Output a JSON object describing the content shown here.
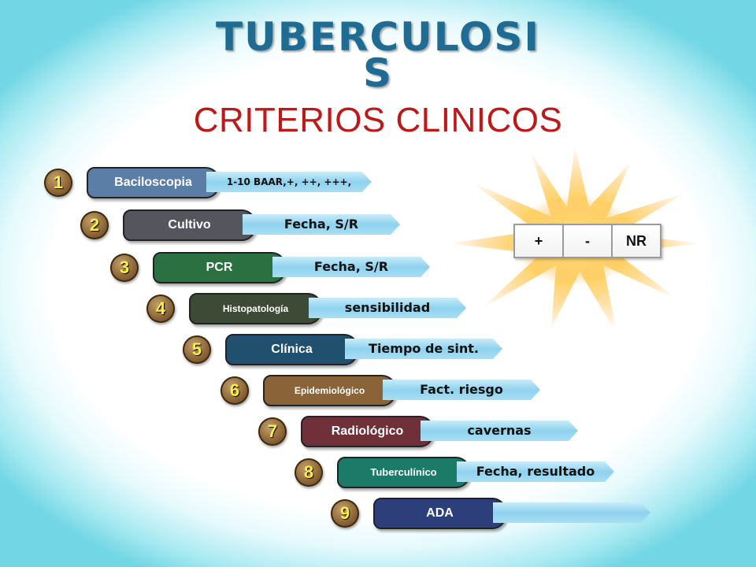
{
  "title": "TUBERCULOSIS",
  "subtitle": "CRITERIOS CLINICOS",
  "criteria": [
    {
      "num": "1",
      "label": "Baciloscopia",
      "value": "1-10 BAAR,+, ++, +++,",
      "color": "#5b7ea6"
    },
    {
      "num": "2",
      "label": "Cultivo",
      "value": "Fecha, S/R",
      "color": "#55555e"
    },
    {
      "num": "3",
      "label": "PCR",
      "value": "Fecha, S/R",
      "color": "#2a7040"
    },
    {
      "num": "4",
      "label": "Histopatología",
      "value": "sensibilidad",
      "color": "#3c4a36"
    },
    {
      "num": "5",
      "label": "Clínica",
      "value": "Tiempo de sint.",
      "color": "#20506e"
    },
    {
      "num": "6",
      "label": "Epidemiológico",
      "value": "Fact. riesgo",
      "color": "#8a6438"
    },
    {
      "num": "7",
      "label": "Radiológico",
      "value": "cavernas",
      "color": "#70303a"
    },
    {
      "num": "8",
      "label": "Tuberculínico",
      "value": "Fecha, resultado",
      "color": "#1c7a68"
    },
    {
      "num": "9",
      "label": "ADA",
      "value": "",
      "color": "#2c3f7a"
    }
  ],
  "legend": {
    "positive": "+",
    "negative": "-",
    "not_done": "NR"
  }
}
